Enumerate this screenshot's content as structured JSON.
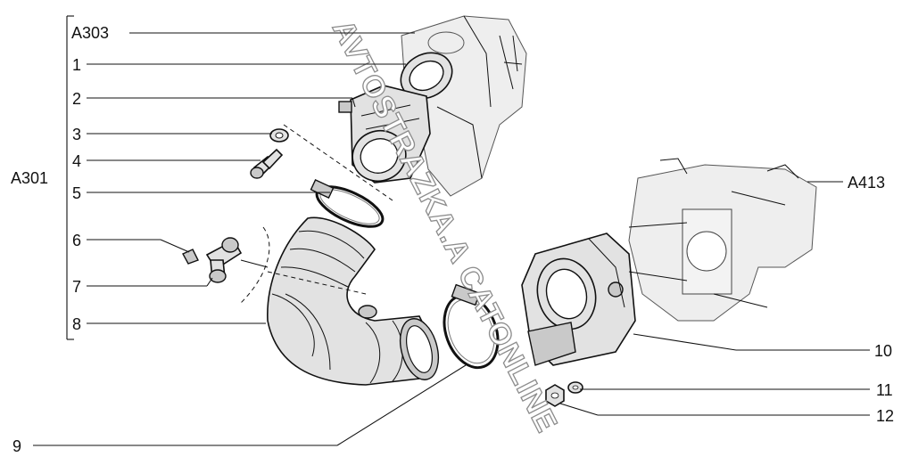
{
  "labels": {
    "a303": "A303",
    "a301": "A301",
    "a413": "A413",
    "n1": "1",
    "n2": "2",
    "n3": "3",
    "n4": "4",
    "n5": "5",
    "n6": "6",
    "n7": "7",
    "n8": "8",
    "n9": "9",
    "n10": "10",
    "n11": "11",
    "n12": "12"
  },
  "watermark": "AVTOSTRAZKA.A CATONLINE"
}
